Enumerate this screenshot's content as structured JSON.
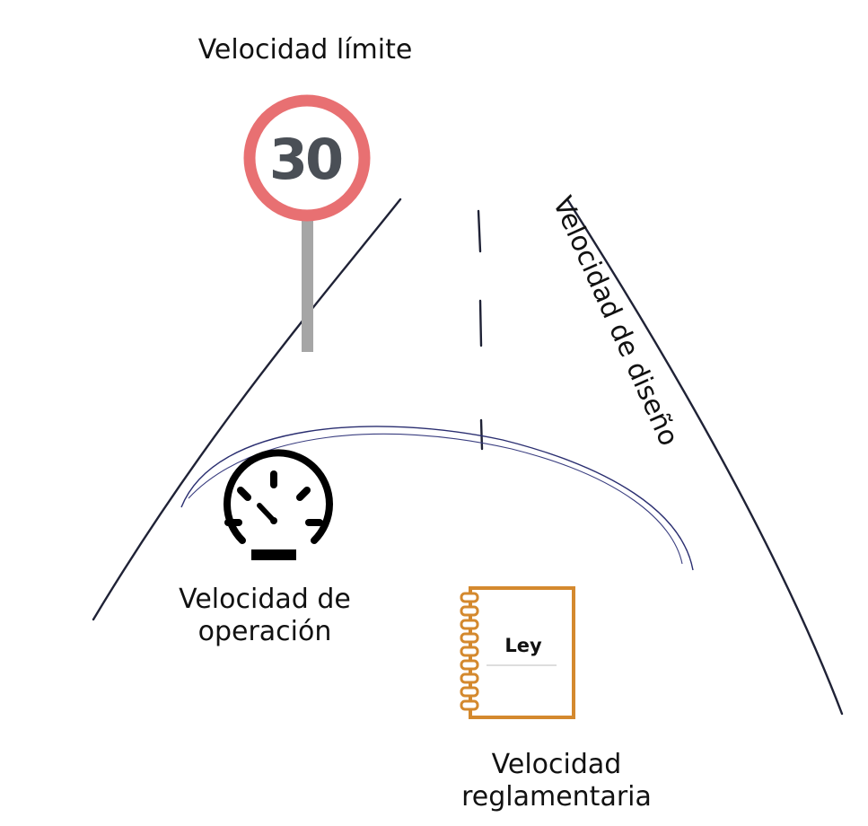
{
  "labels": {
    "speed_limit": "Velocidad límite",
    "design_speed": "Velocidad de diseño",
    "operating_speed_line1": "Velocidad de",
    "operating_speed_line2": "operación",
    "regulatory_speed_line1": "Velocidad",
    "regulatory_speed_line2": "reglamentaria"
  },
  "speed_sign": {
    "value": "30",
    "ring_color": "#e87072",
    "number_color": "#4a4f56",
    "pole_color": "#a6a6a6"
  },
  "law_book": {
    "title": "Ley",
    "color": "#d4892e"
  },
  "icons": {
    "speedometer": "speedometer-icon",
    "book": "law-book-icon",
    "sign": "speed-limit-sign-icon"
  }
}
